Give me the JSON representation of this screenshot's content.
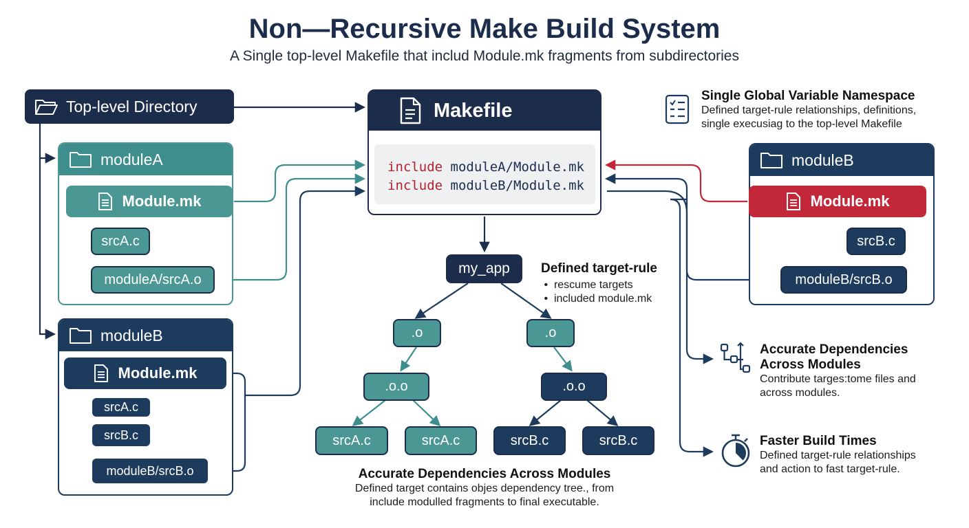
{
  "header": {
    "title": "Non—Recursive Make Build System",
    "subtitle": "A Single top-level Makefile that includ Module.mk fragments from subdirectories"
  },
  "top_dir": {
    "label": "Top-level Directory"
  },
  "left_module_a": {
    "folder_label": "moduleA",
    "mk_label": "Module.mk",
    "files": [
      "srcA.c",
      "moduleA/srcA.o"
    ]
  },
  "left_module_b": {
    "folder_label": "moduleB",
    "mk_label": "Module.mk",
    "files": [
      "srcA.c",
      "srcB.c",
      "moduleB/srcB.o"
    ]
  },
  "makefile": {
    "title": "Makefile",
    "lines": [
      {
        "keyword": "include",
        "path": "moduleA/Module.mk"
      },
      {
        "keyword": "include",
        "path": "moduleB/Module.mk"
      }
    ]
  },
  "right_module_b": {
    "folder_label": "moduleB",
    "mk_label": "Module.mk",
    "files": [
      "srcB.c",
      "moduleB/srcB.o"
    ]
  },
  "tree": {
    "root": "my_app",
    "level1": [
      ".o",
      ".o"
    ],
    "level2": [
      ".o.o",
      ".o.o"
    ],
    "leaves": [
      "srcA.c",
      "srcA.c",
      "srcB.c",
      "srcB.c"
    ]
  },
  "note": {
    "title": "Defined target-rule",
    "bullets": [
      "rescume targets",
      "included module.mk"
    ]
  },
  "info_namespace": {
    "icon": "checklist-icon",
    "title": "Single Global Variable Namespace",
    "lines": [
      "Defined target-rule relationships, definitions,",
      "single execusiag to the top-level Makefile"
    ]
  },
  "info_dependencies": {
    "icon": "hierarchy-icon",
    "title_lines": [
      "Accurate Dependencies",
      "Across Modules"
    ],
    "lines": [
      "Contribute targes:tome files and",
      "across modules."
    ]
  },
  "info_faster": {
    "icon": "stopwatch-icon",
    "title": "Faster Build Times",
    "lines": [
      "Defined target-rule relationships",
      "and action to fast target-rule."
    ]
  },
  "footer": {
    "title": "Accurate Dependencies Across Modules",
    "lines": [
      "Defined target contains objes dependency tree., from",
      "include modulled fragments to final executable."
    ]
  },
  "colors": {
    "navy": "#1c2d4c",
    "teal": "#3d8e8c",
    "blue": "#1d3b5c",
    "red": "#c3273a",
    "code_bg": "#eef0f2"
  }
}
